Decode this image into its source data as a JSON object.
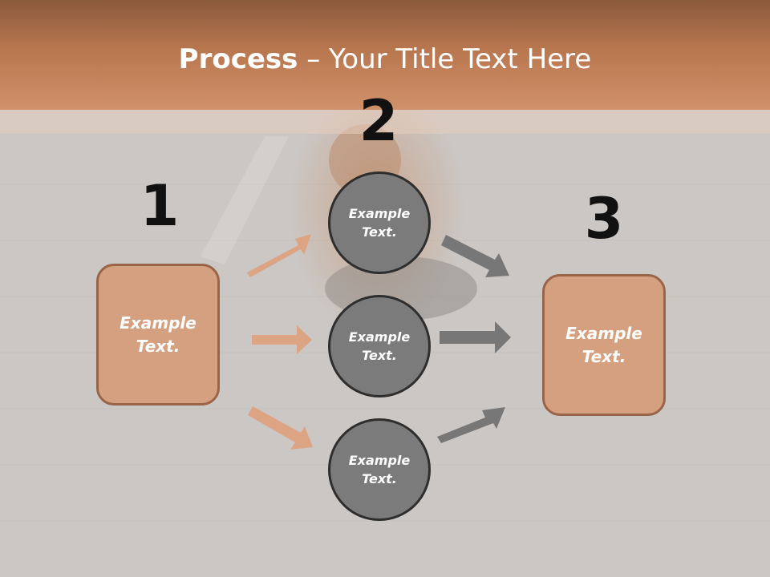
{
  "title": {
    "bold": "Process",
    "dash": " – ",
    "rest": "Your Title Text Here"
  },
  "steps": [
    {
      "number": "1",
      "text": "Example Text."
    },
    {
      "number": "2",
      "text": [
        "Example Text.",
        "Example Text.",
        "Example Text."
      ]
    },
    {
      "number": "3",
      "text": "Example Text."
    }
  ],
  "colors": {
    "accent": "#d5a07f",
    "accent_border": "#9a6448",
    "circle_fill": "#7b7b7b",
    "circle_border": "#2e2e2e",
    "arrow_light": "#dca483",
    "arrow_dark": "#777777",
    "title_band": "#c8825a"
  }
}
